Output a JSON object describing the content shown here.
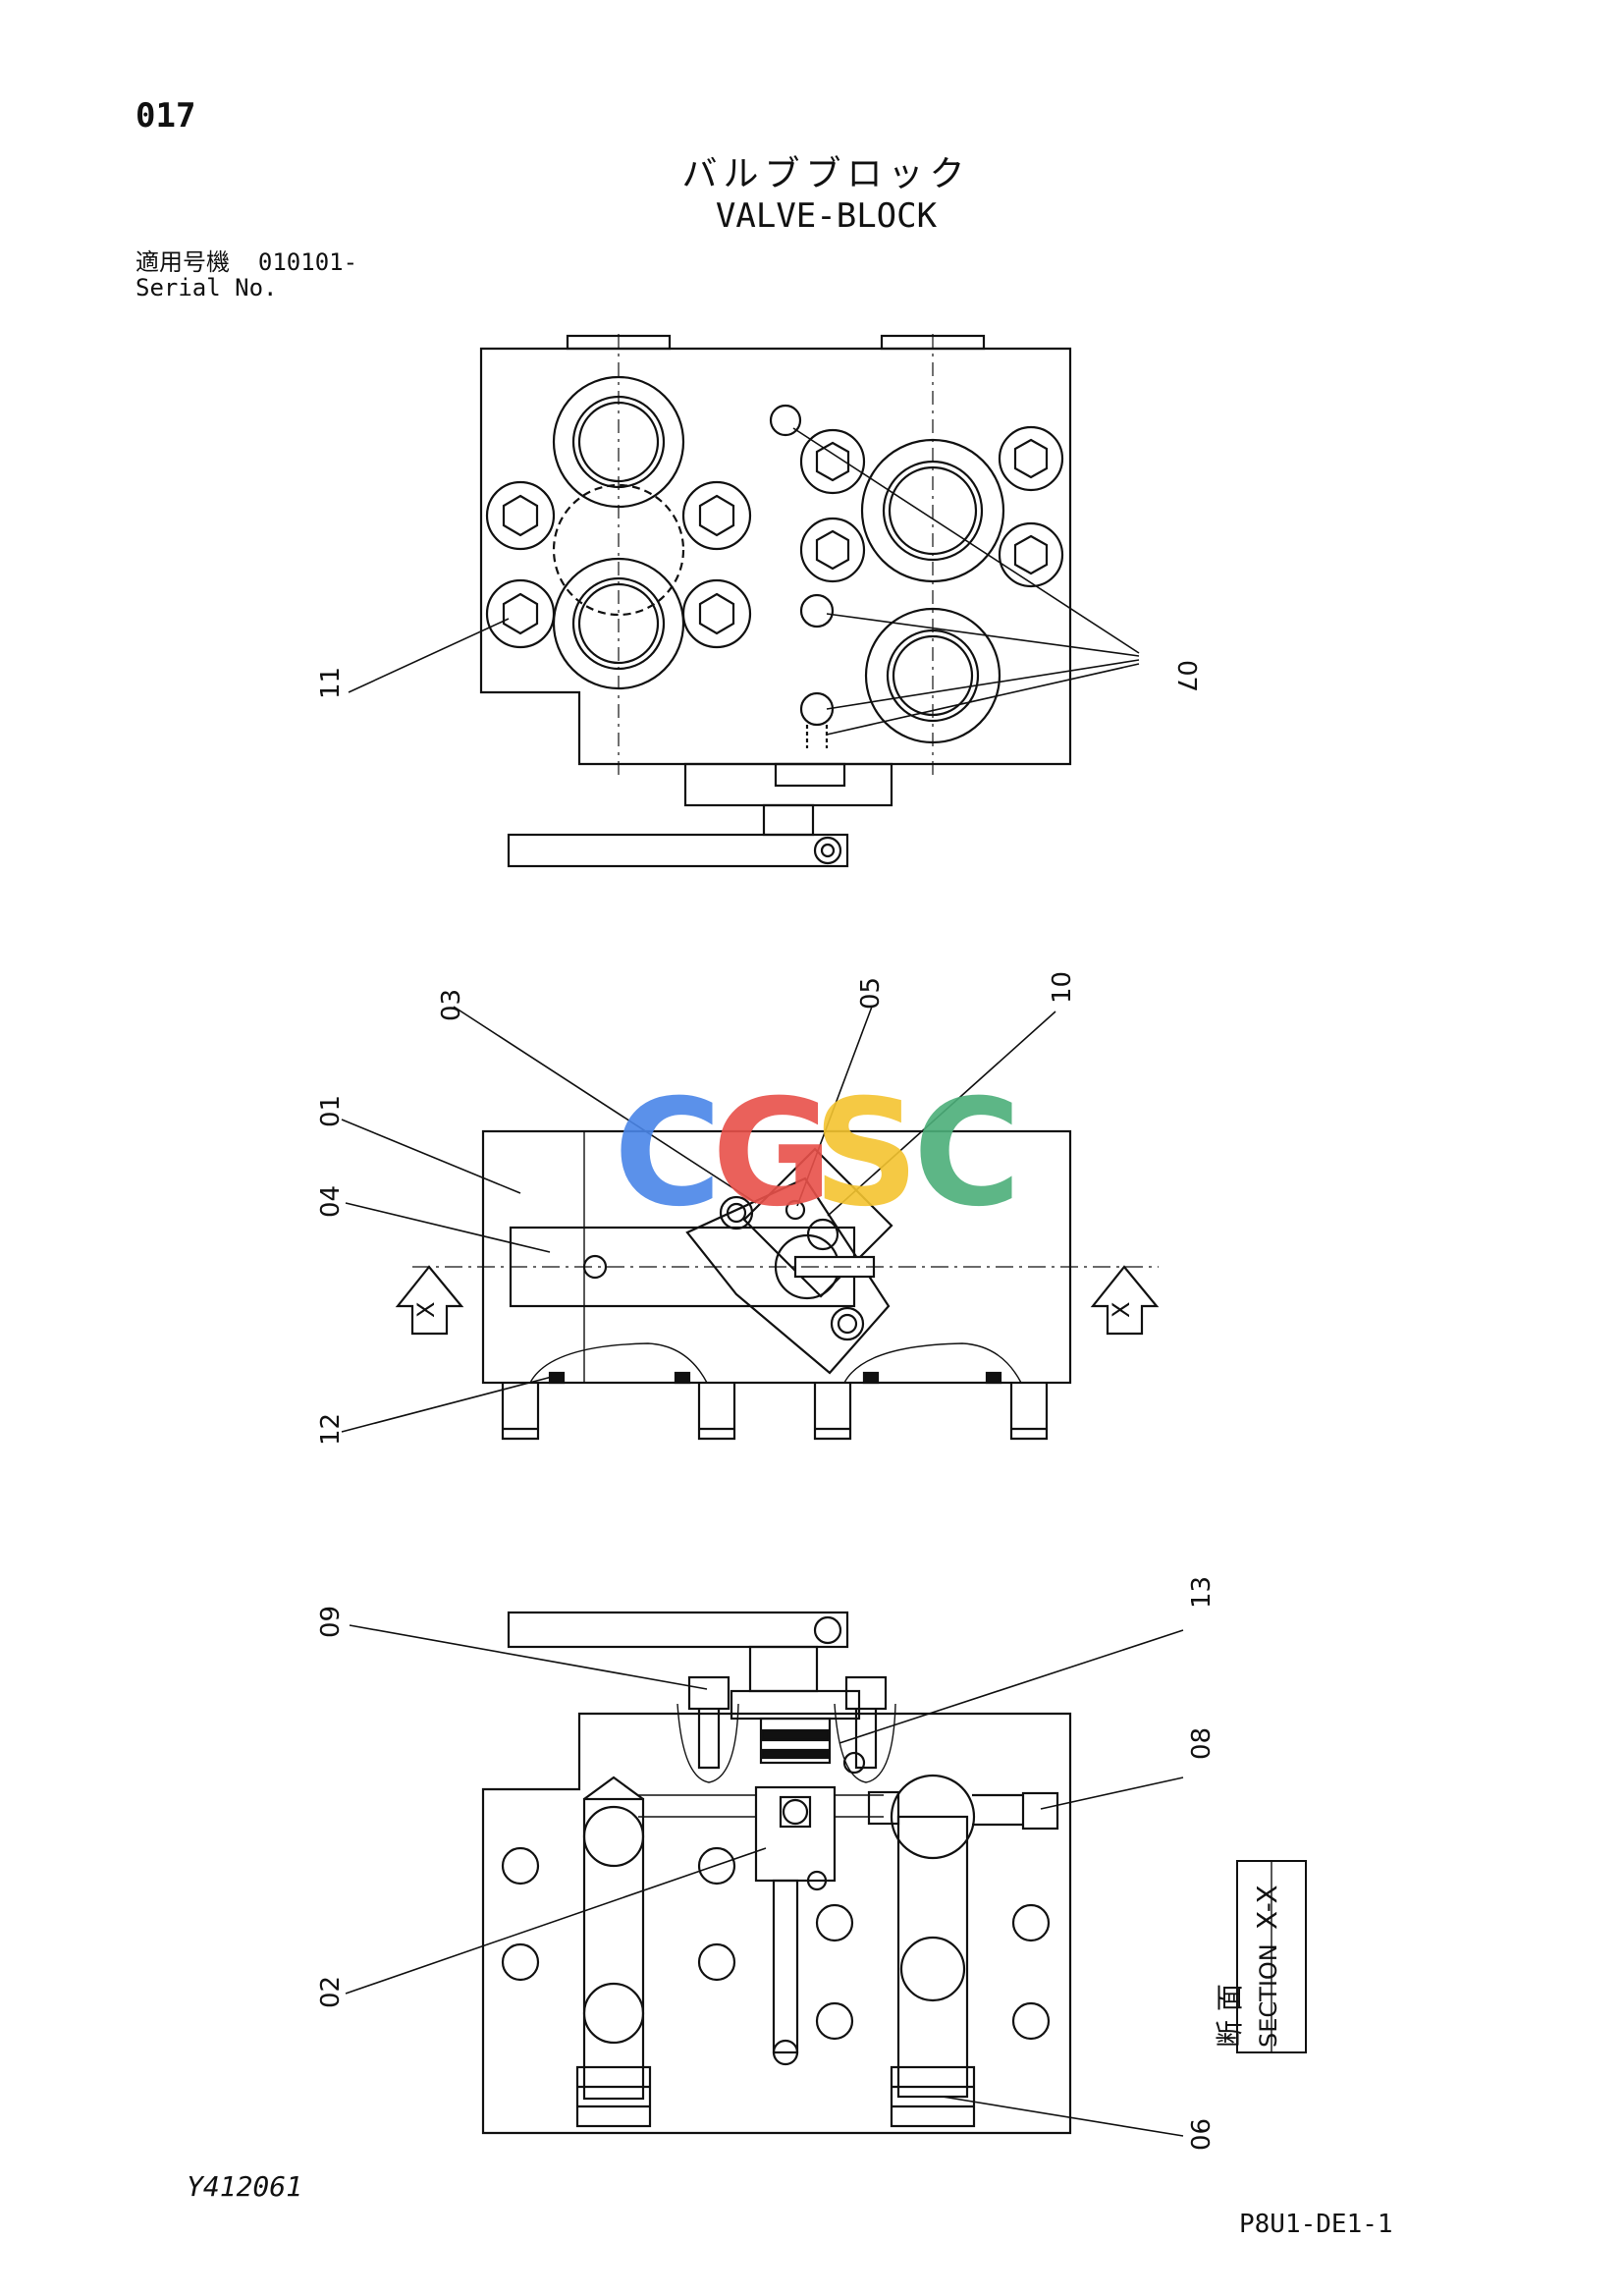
{
  "header": {
    "page_number": "017",
    "title_jp": "バルブブロック",
    "title_en": "VALVE-BLOCK",
    "serial_label_jp": "適用号機",
    "serial_value": "010101-",
    "serial_label_en": "Serial No."
  },
  "callouts": {
    "c01": "01",
    "c02": "02",
    "c03": "03",
    "c04": "04",
    "c05": "05",
    "c06": "06",
    "c07": "07",
    "c08": "08",
    "c09": "09",
    "c10": "10",
    "c11": "11",
    "c12": "12",
    "c13": "13"
  },
  "section": {
    "marker": "X",
    "jp": "断 面",
    "en": "SECTION",
    "name": "X-X"
  },
  "watermark": {
    "letters": [
      "C",
      "G",
      "S",
      "C"
    ],
    "colors": [
      "#4a86e8",
      "#e8514a",
      "#f4c430",
      "#4caf7a"
    ]
  },
  "footer": {
    "left_code": "Y412061",
    "right_code": "P8U1-DE1-1"
  }
}
